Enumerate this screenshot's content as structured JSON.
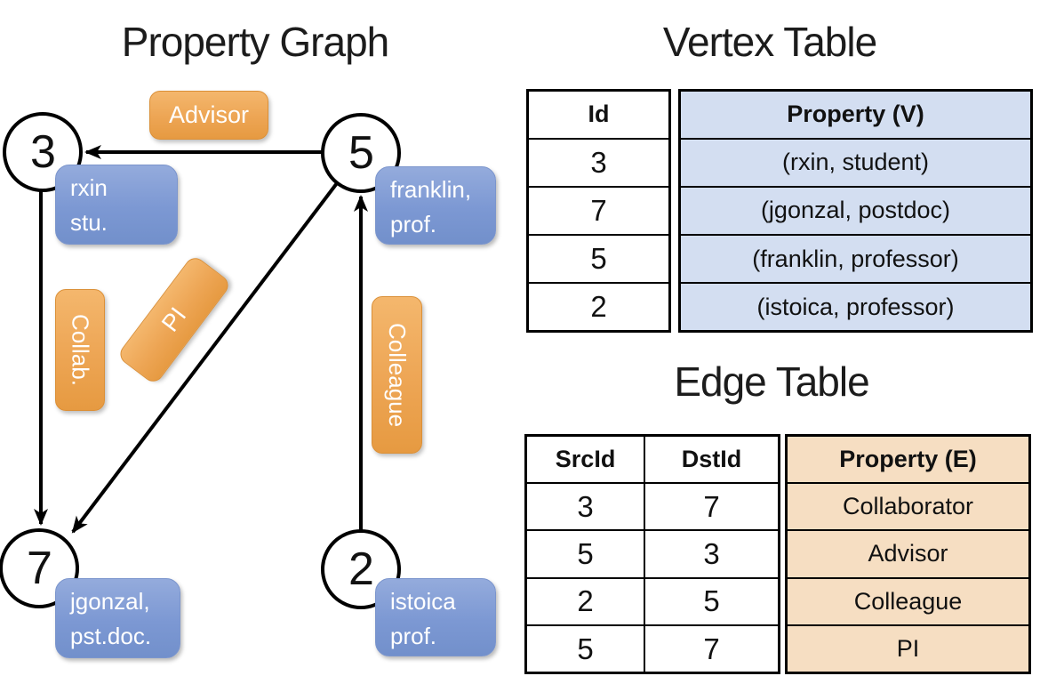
{
  "graph": {
    "title": "Property Graph",
    "nodes": [
      {
        "id": "3",
        "label_lines": [
          "rxin",
          "stu."
        ]
      },
      {
        "id": "5",
        "label_lines": [
          "franklin,",
          "prof."
        ]
      },
      {
        "id": "7",
        "label_lines": [
          "jgonzal,",
          "pst.doc."
        ]
      },
      {
        "id": "2",
        "label_lines": [
          "istoica",
          "prof."
        ]
      }
    ],
    "edge_labels": {
      "advisor": "Advisor",
      "collab": "Collab.",
      "pi": "PI",
      "colleague": "Colleague"
    }
  },
  "vertex_table": {
    "title": "Vertex Table",
    "columns": {
      "id": "Id",
      "property": "Property (V)"
    },
    "rows": [
      {
        "id": "3",
        "property": "(rxin, student)"
      },
      {
        "id": "7",
        "property": "(jgonzal, postdoc)"
      },
      {
        "id": "5",
        "property": "(franklin, professor)"
      },
      {
        "id": "2",
        "property": "(istoica, professor)"
      }
    ]
  },
  "edge_table": {
    "title": "Edge Table",
    "columns": {
      "src": "SrcId",
      "dst": "DstId",
      "property": "Property (E)"
    },
    "rows": [
      {
        "src": "3",
        "dst": "7",
        "property": "Collaborator"
      },
      {
        "src": "5",
        "dst": "3",
        "property": "Advisor"
      },
      {
        "src": "2",
        "dst": "5",
        "property": "Colleague"
      },
      {
        "src": "5",
        "dst": "7",
        "property": "PI"
      }
    ]
  },
  "colors": {
    "edge_label_orange_top": "#f4b76d",
    "edge_label_orange_bottom": "#e69a41",
    "vertex_label_blue_top": "#94abdc",
    "vertex_label_blue_bottom": "#7290cb",
    "vertex_table_fill": "#d3def1",
    "edge_table_fill": "#f6dec2",
    "line_black": "#000000"
  }
}
